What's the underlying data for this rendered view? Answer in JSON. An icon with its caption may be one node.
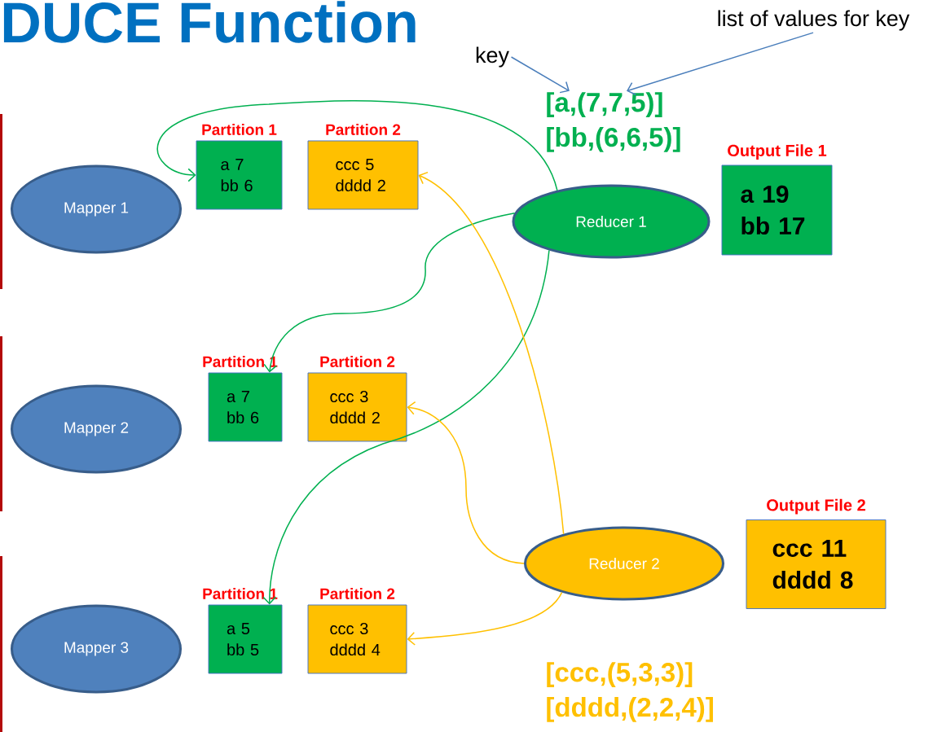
{
  "diagram": {
    "title": "DUCE Function",
    "nodes": [
      {
        "text": [
          "Mapper 1"
        ]
      },
      {
        "text": [
          "Partition 1",
          "a 7 bb 6"
        ]
      },
      {
        "text": [
          "Partition 2",
          "ccc 5 dddd 2"
        ]
      },
      {
        "text": [
          "Mapper 2"
        ]
      },
      {
        "text": [
          "Partition 1",
          "a 7 bb 6"
        ]
      },
      {
        "text": [
          "Partition 2",
          "ccc 3 dddd 2"
        ]
      },
      {
        "text": [
          "Mapper 3"
        ]
      },
      {
        "text": [
          "Partition 1",
          "a 5 bb 5"
        ]
      },
      {
        "text": [
          "Partition 2",
          "ccc 3 dddd 4"
        ]
      },
      {
        "text": [
          "Reducer 1"
        ]
      },
      {
        "text": [
          "Output File 1",
          "a 19 bb 17"
        ]
      },
      {
        "text": [
          "Reducer 2"
        ]
      },
      {
        "text": [
          "Output File 2",
          "ccc 11 dddd 8"
        ]
      },
      {
        "text": [
          "key"
        ]
      },
      {
        "text": [
          "list of values for key"
        ]
      },
      {
        "text": [
          "[a,(7,7,5)] [bb,(6,6,5)]"
        ]
      }
    ],
    "edges": [
      {
        "from": 9,
        "to": 1,
        "arrow": "to",
        "color": "#00b050"
      },
      {
        "from": 9,
        "to": 4,
        "arrow": "to",
        "color": "#00b050"
      },
      {
        "from": 9,
        "to": 7,
        "arrow": "to",
        "color": "#00b050"
      },
      {
        "from": 11,
        "to": 2,
        "arrow": "to",
        "color": "#ffc000"
      },
      {
        "from": 11,
        "to": 5,
        "arrow": "to",
        "color": "#ffc000"
      },
      {
        "from": 11,
        "to": 8,
        "arrow": "to",
        "color": "#ffc000"
      },
      {
        "from": 13,
        "to": 15,
        "arrow": "to",
        "color": "#4a7ebb"
      },
      {
        "from": 14,
        "to": 15,
        "arrow": "to",
        "color": "#4a7ebb"
      }
    ],
    "labels": [
      "[ccc,(5,3,3)] [dddd,(2,2,4)]"
    ]
  }
}
